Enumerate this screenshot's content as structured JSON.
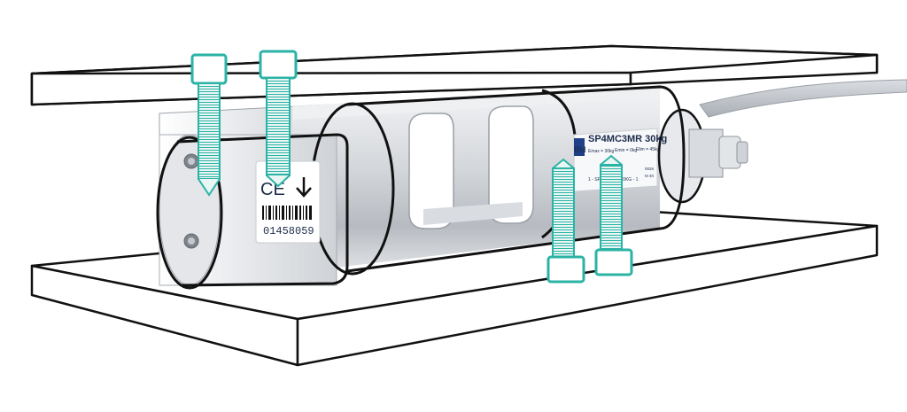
{
  "colors": {
    "outline": "#111111",
    "bolt": "#2bb3a6",
    "metal_light": "#f2f3f5",
    "metal_mid": "#c9ccd1",
    "metal_dark": "#8e939b",
    "cable": "#c7cbd0",
    "plate_fill": "#ffffff",
    "label_blue": "#1f3f86"
  },
  "label": {
    "model": "SP4MC3MR 30kg",
    "brand_fragment": "BM",
    "line1_left": "Emax = 30kg",
    "line1_mid": "Emin = 0kg",
    "line1_right": "Elim = 45kg",
    "line2": "1 - SP4MC3MR/30KG - 1",
    "side_code_1": "0026",
    "side_code_2": "M 40"
  },
  "sticker": {
    "ce_mark": "CE",
    "arrow_icon": "down-arrow-icon",
    "serial": "01458059"
  }
}
